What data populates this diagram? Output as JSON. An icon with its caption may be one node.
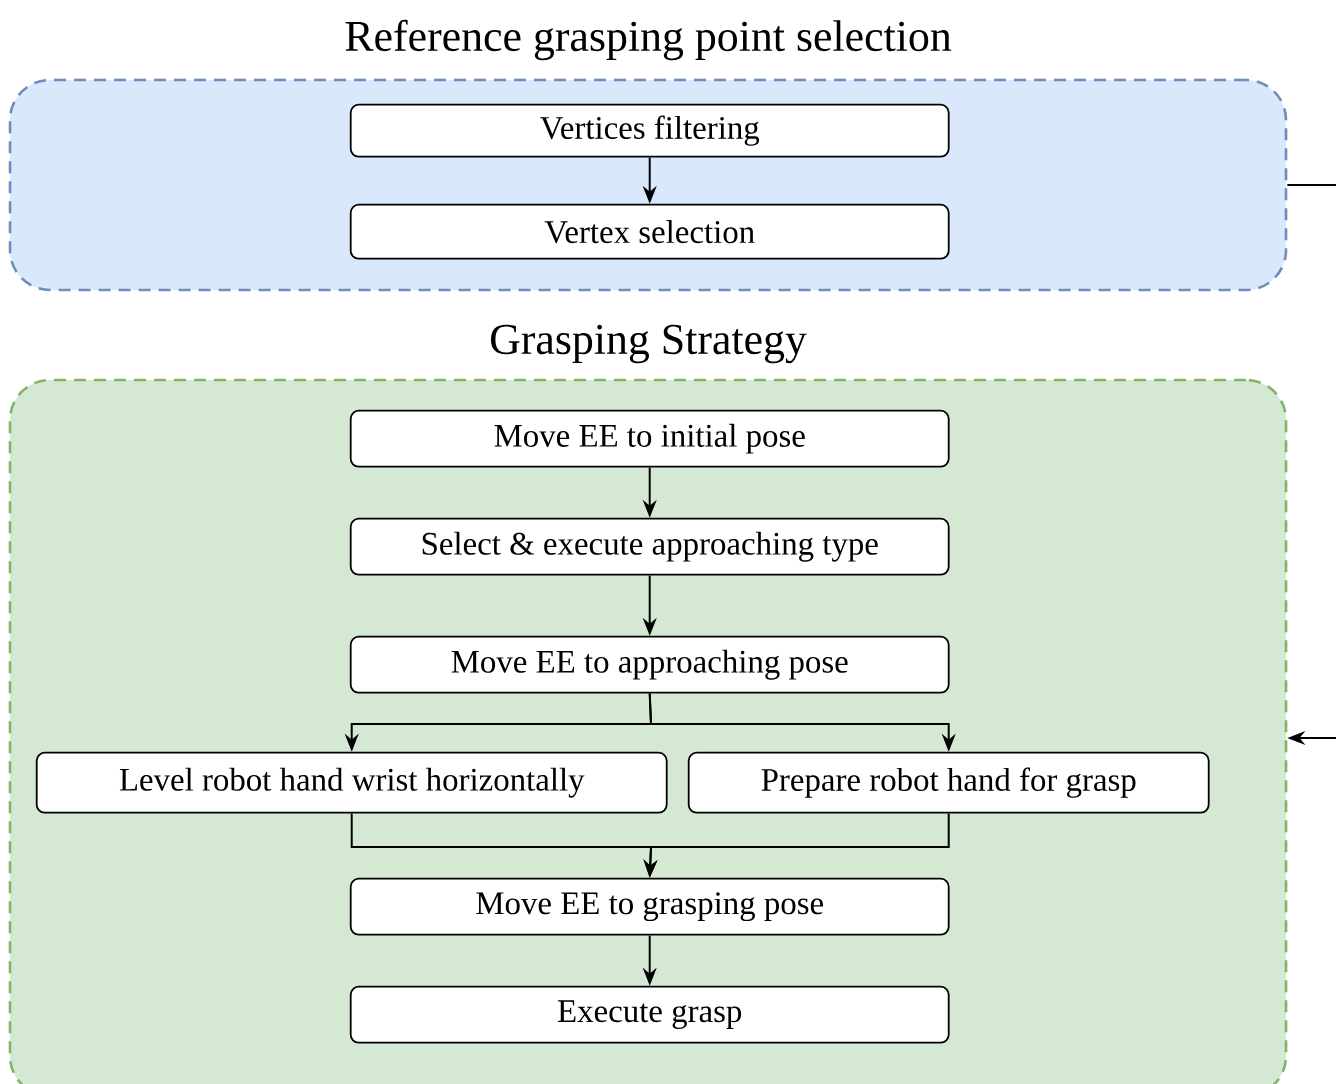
{
  "diagram": {
    "nodes": [
      {
        "text": [
          "Reference grasping point selection"
        ]
      },
      {
        "text": [
          "Vertices filtering"
        ],
        "in": 0
      },
      {
        "text": [
          "Vertex selection"
        ],
        "in": 0
      },
      {
        "text": [
          "Grasping Strategy"
        ]
      },
      {
        "text": [
          "Move EE to initial pose"
        ],
        "in": 3
      },
      {
        "text": [
          "Select & execute approaching type"
        ],
        "in": 3
      },
      {
        "text": [
          "Move EE to approaching pose"
        ],
        "in": 3
      },
      {
        "text": [
          "Level robot hand wrist horizontally"
        ],
        "in": 3
      },
      {
        "text": [
          "Prepare robot hand for grasp"
        ],
        "in": 3
      },
      {
        "text": [
          "Move EE to grasping pose"
        ],
        "in": 3
      },
      {
        "text": [
          "Execute grasp"
        ],
        "in": 3
      }
    ],
    "edges": [
      {
        "from": 1,
        "to": 2,
        "arrow": "to"
      },
      {
        "from": 4,
        "to": 5,
        "arrow": "to"
      },
      {
        "from": 5,
        "to": 6,
        "arrow": "to"
      },
      {
        "from": 6,
        "to": 7,
        "arrow": "to"
      },
      {
        "from": 6,
        "to": 8,
        "arrow": "to"
      },
      {
        "from": 7,
        "to": 9,
        "arrow": "to"
      },
      {
        "from": 8,
        "to": 9,
        "arrow": "to"
      },
      {
        "from": 9,
        "to": 10,
        "arrow": "to"
      },
      {
        "from": 0,
        "to": null,
        "arrow": "none"
      },
      {
        "from": null,
        "to": 3,
        "arrow": "to"
      }
    ]
  }
}
